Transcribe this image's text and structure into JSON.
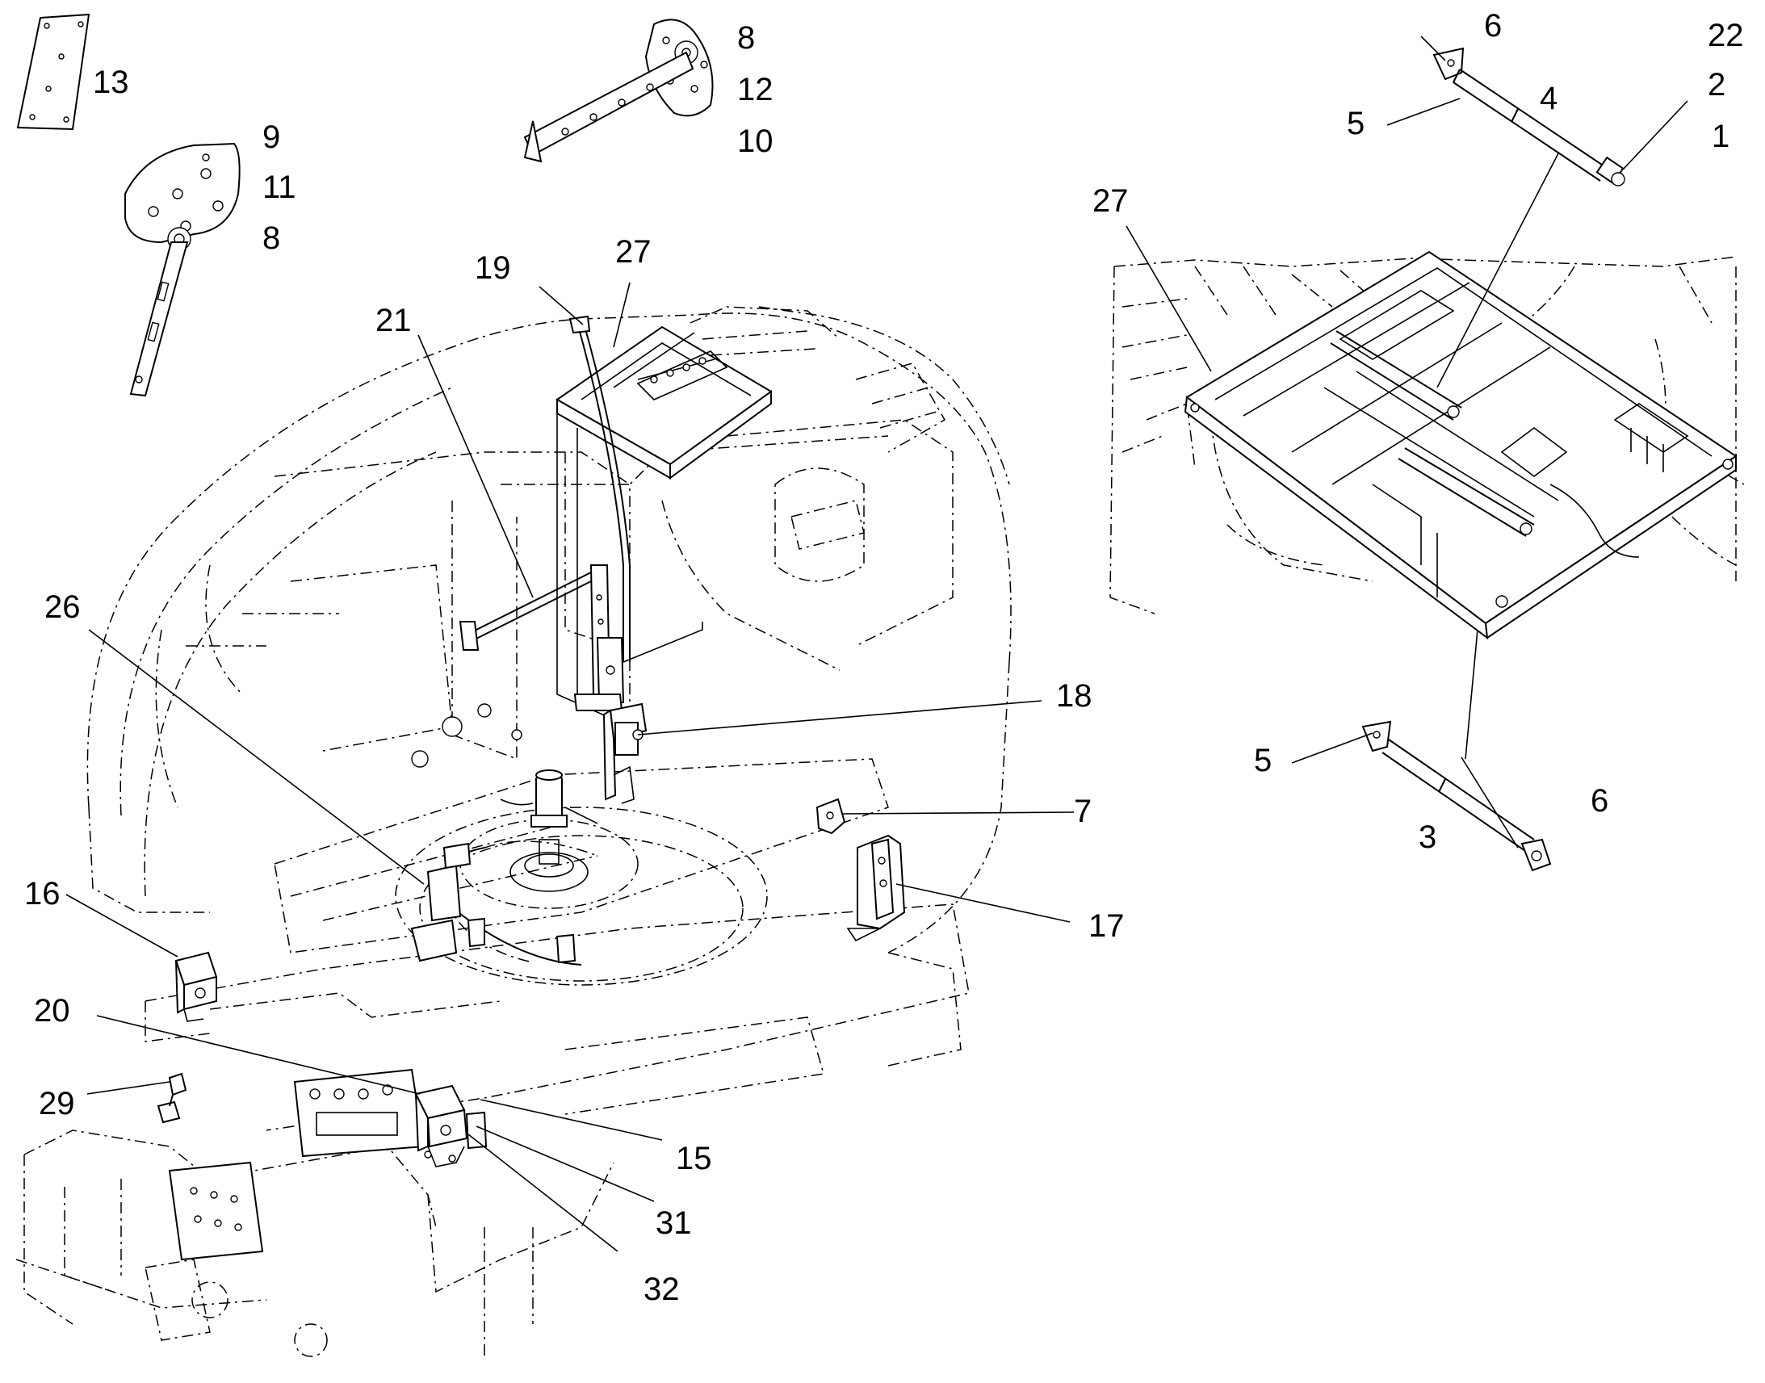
{
  "callouts": [
    {
      "id": "c1",
      "text": "13"
    },
    {
      "id": "c2",
      "text": "9"
    },
    {
      "id": "c3",
      "text": "11"
    },
    {
      "id": "c4",
      "text": "8"
    },
    {
      "id": "c5",
      "text": "8"
    },
    {
      "id": "c6",
      "text": "12"
    },
    {
      "id": "c7",
      "text": "10"
    },
    {
      "id": "c8",
      "text": "6"
    },
    {
      "id": "c9",
      "text": "22"
    },
    {
      "id": "c10",
      "text": "2"
    },
    {
      "id": "c11",
      "text": "4"
    },
    {
      "id": "c12",
      "text": "5"
    },
    {
      "id": "c13",
      "text": "1"
    },
    {
      "id": "c14",
      "text": "27"
    },
    {
      "id": "c15",
      "text": "19"
    },
    {
      "id": "c16",
      "text": "27"
    },
    {
      "id": "c17",
      "text": "21"
    },
    {
      "id": "c18",
      "text": "26"
    },
    {
      "id": "c19",
      "text": "18"
    },
    {
      "id": "c20",
      "text": "5"
    },
    {
      "id": "c21",
      "text": "6"
    },
    {
      "id": "c22",
      "text": "7"
    },
    {
      "id": "c23",
      "text": "3"
    },
    {
      "id": "c24",
      "text": "16"
    },
    {
      "id": "c25",
      "text": "17"
    },
    {
      "id": "c26",
      "text": "20"
    },
    {
      "id": "c27",
      "text": "29"
    },
    {
      "id": "c28",
      "text": "15"
    },
    {
      "id": "c29",
      "text": "31"
    },
    {
      "id": "c30",
      "text": "32"
    }
  ]
}
